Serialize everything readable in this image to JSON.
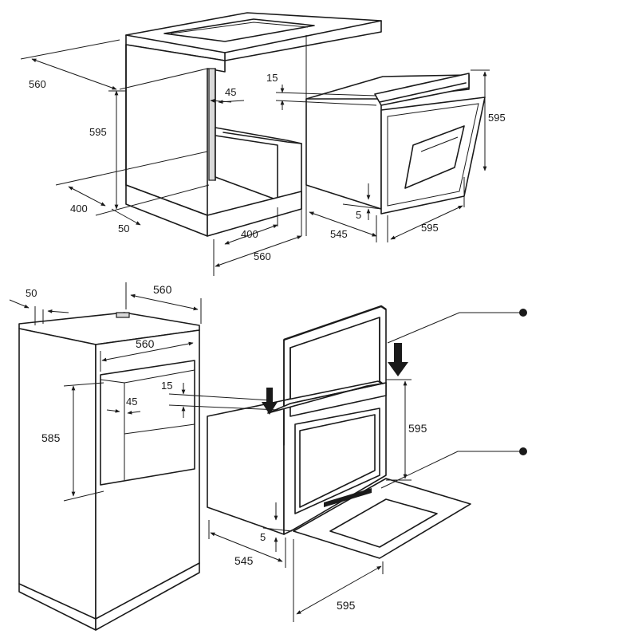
{
  "top_view": {
    "cabinet_depth": "560",
    "cabinet_height": "595",
    "side_gap": "45",
    "plinth_depth": "400",
    "plinth_setback": "50",
    "cutout_depth": "400",
    "cutout_width": "560",
    "oven_top_gap": "15",
    "oven_height": "595",
    "oven_bottom_gap": "5",
    "oven_depth": "545",
    "oven_width": "595"
  },
  "bottom_view": {
    "column_rear_gap": "50",
    "column_depth": "560",
    "cutout_width": "560",
    "cutout_height": "585",
    "side_gap": "45",
    "oven_top_gap": "15",
    "oven_height": "595",
    "oven_bottom_gap": "5",
    "oven_depth": "545",
    "oven_width": "595"
  }
}
